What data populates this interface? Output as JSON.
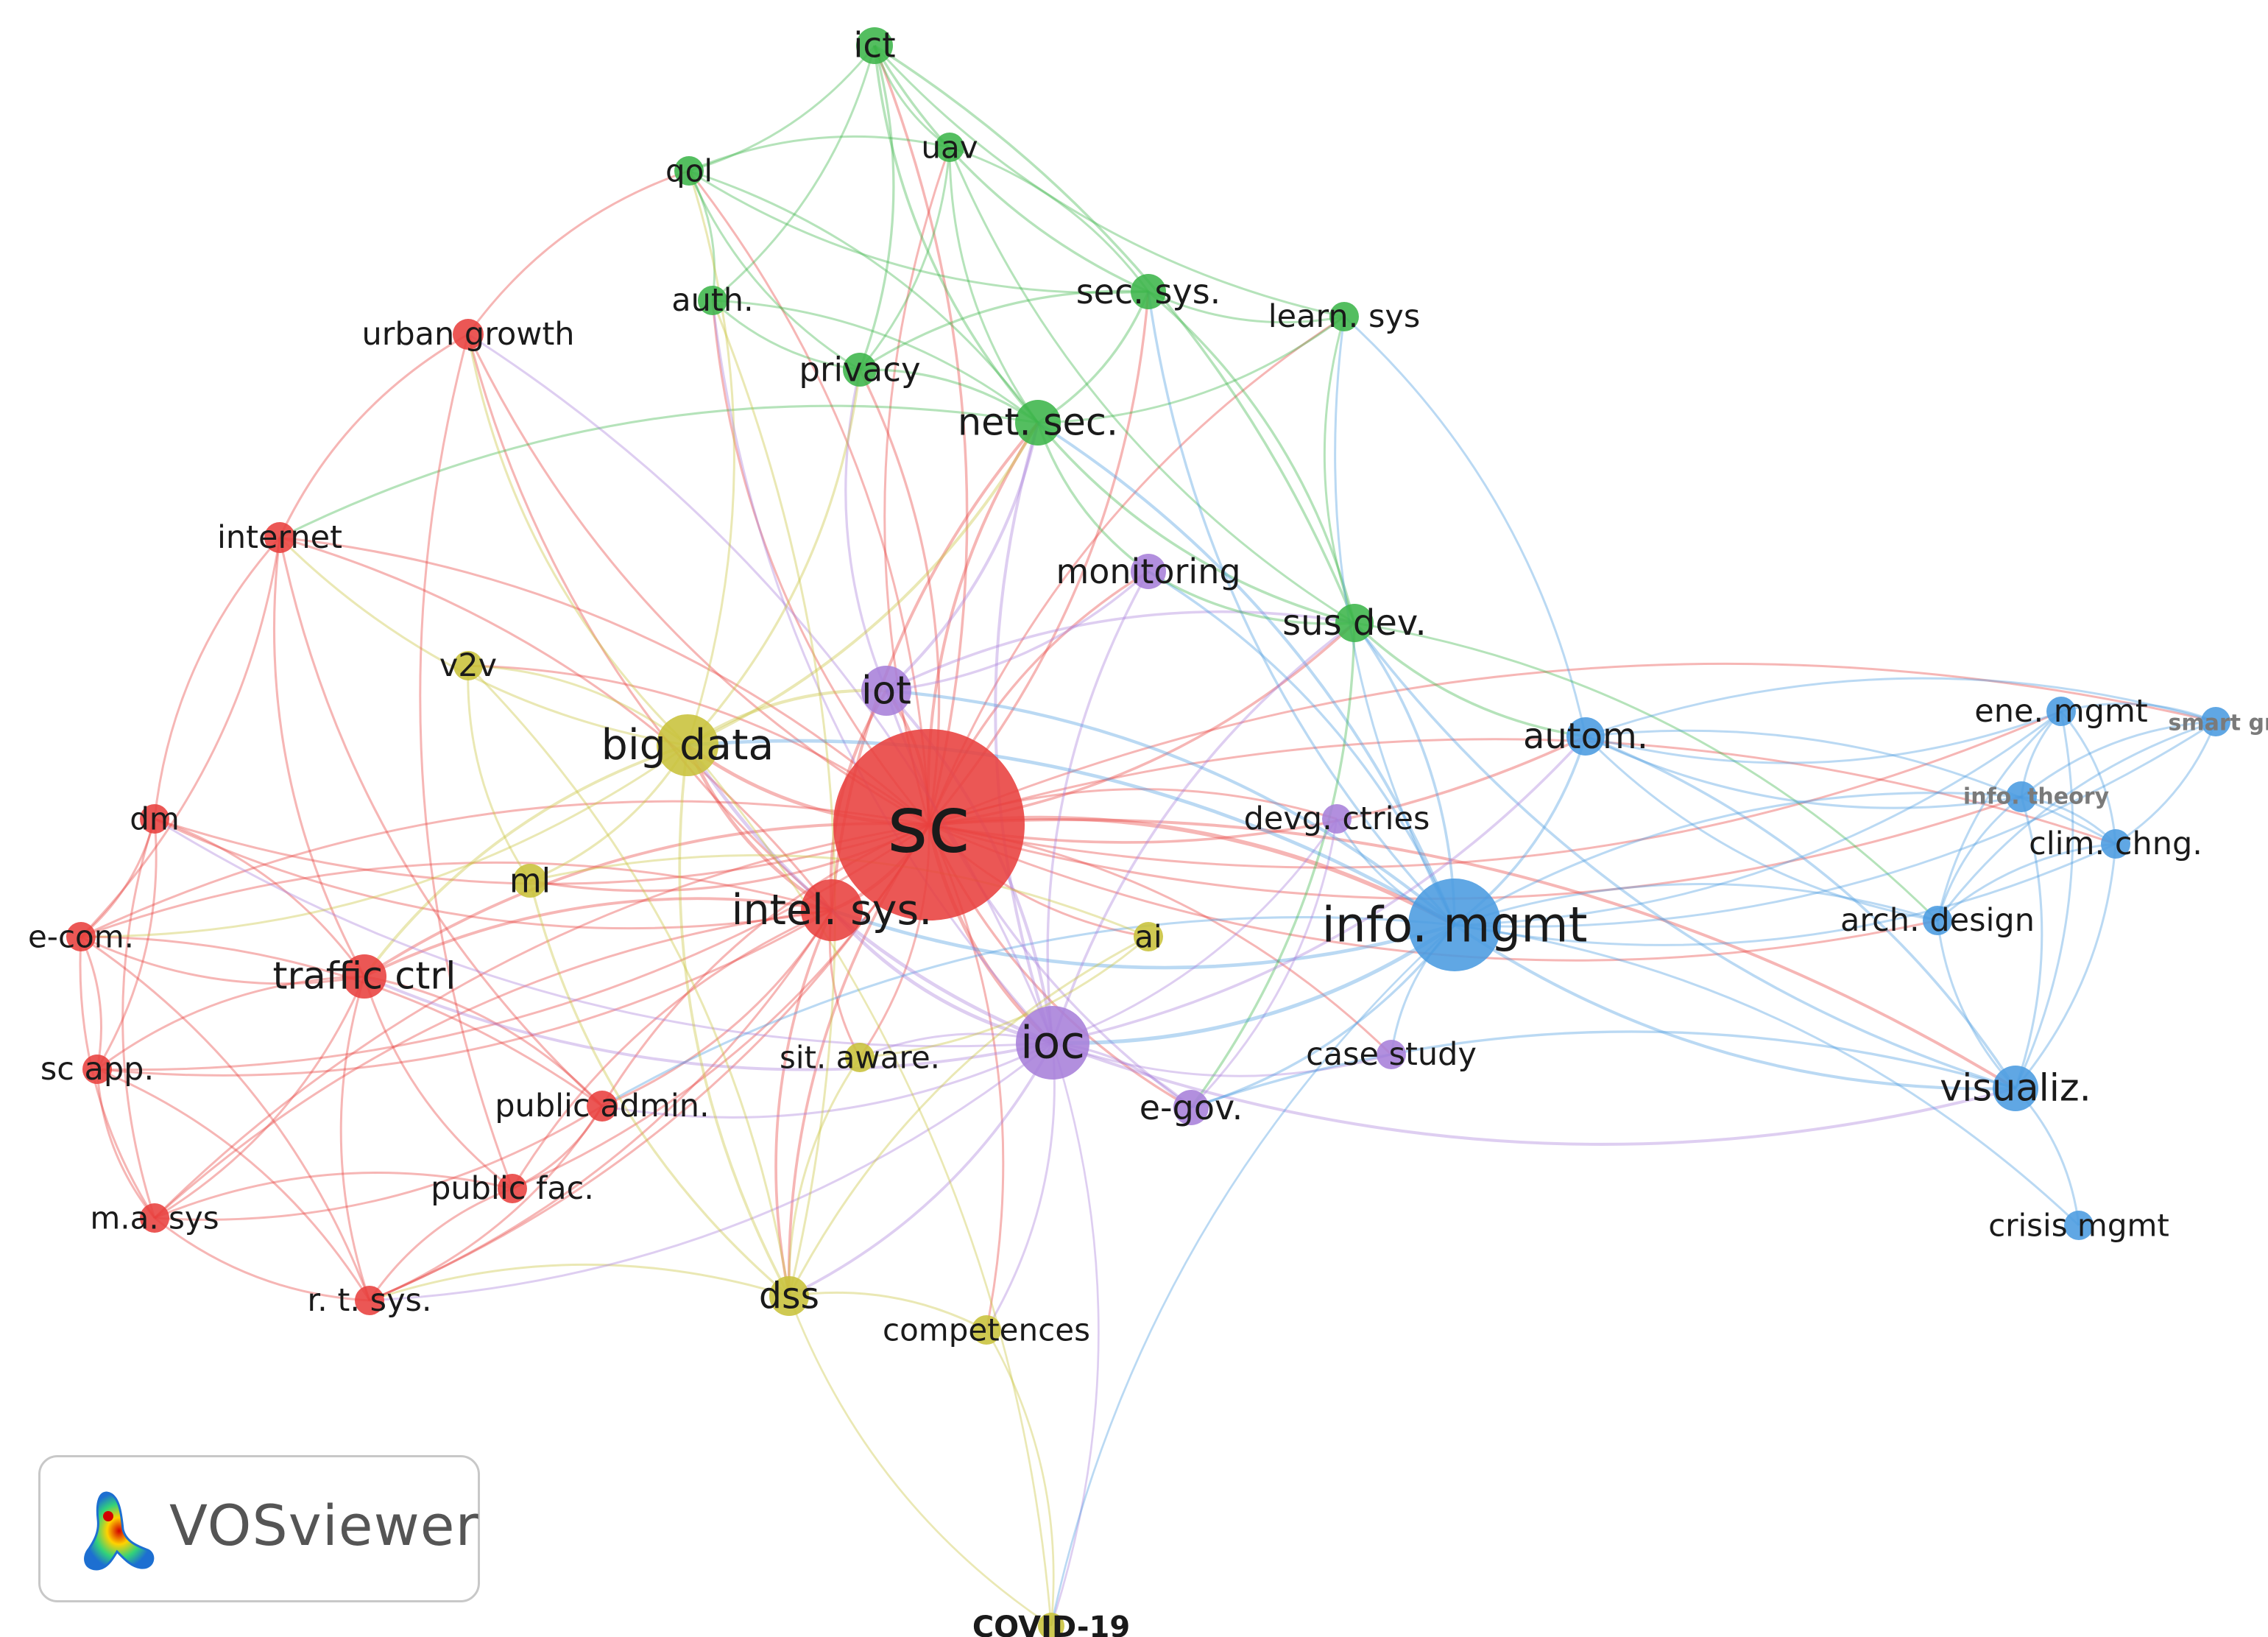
{
  "app": {
    "name": "VOSviewer"
  },
  "clusters": {
    "red": "#e8403d",
    "green": "#3cb54a",
    "blue": "#4a9be0",
    "yellow": "#c8c23a",
    "purple": "#a77fd9"
  },
  "nodes": [
    {
      "id": "sc",
      "label": "sc",
      "c": "red",
      "w": 1.0
    },
    {
      "id": "intel",
      "label": "intel. sys.",
      "c": "red",
      "w": 0.45
    },
    {
      "id": "traffic",
      "label": "traffic ctrl",
      "c": "red",
      "w": 0.32
    },
    {
      "id": "urban",
      "label": "urban growth",
      "c": "red",
      "w": 0.18
    },
    {
      "id": "internet",
      "label": "internet",
      "c": "red",
      "w": 0.18
    },
    {
      "id": "dm",
      "label": "dm",
      "c": "red",
      "w": 0.16
    },
    {
      "id": "ecom",
      "label": "e-com.",
      "c": "red",
      "w": 0.16
    },
    {
      "id": "scapp",
      "label": "sc app.",
      "c": "red",
      "w": 0.17
    },
    {
      "id": "masys",
      "label": "m.a. sys",
      "c": "red",
      "w": 0.16
    },
    {
      "id": "rtsys",
      "label": "r. t. sys.",
      "c": "red",
      "w": 0.17
    },
    {
      "id": "pubadmin",
      "label": "public admin.",
      "c": "red",
      "w": 0.18
    },
    {
      "id": "pubfac",
      "label": "public fac.",
      "c": "red",
      "w": 0.17
    },
    {
      "id": "ict",
      "label": "ict",
      "c": "green",
      "w": 0.25
    },
    {
      "id": "uav",
      "label": "uav",
      "c": "green",
      "w": 0.16
    },
    {
      "id": "qol",
      "label": "qol",
      "c": "green",
      "w": 0.16
    },
    {
      "id": "auth",
      "label": "auth.",
      "c": "green",
      "w": 0.17
    },
    {
      "id": "secsys",
      "label": "sec. sys.",
      "c": "green",
      "w": 0.24
    },
    {
      "id": "learn",
      "label": "learn. sys",
      "c": "green",
      "w": 0.17
    },
    {
      "id": "privacy",
      "label": "privacy",
      "c": "green",
      "w": 0.22
    },
    {
      "id": "netsec",
      "label": "net. sec.",
      "c": "green",
      "w": 0.33
    },
    {
      "id": "susdev",
      "label": "sus dev.",
      "c": "green",
      "w": 0.27
    },
    {
      "id": "monitoring",
      "label": "monitoring",
      "c": "purple",
      "w": 0.24
    },
    {
      "id": "iot",
      "label": "iot",
      "c": "purple",
      "w": 0.36
    },
    {
      "id": "devg",
      "label": "devg. ctries",
      "c": "purple",
      "w": 0.17
    },
    {
      "id": "ioc",
      "label": "ioc",
      "c": "purple",
      "w": 0.52
    },
    {
      "id": "casestudy",
      "label": "case study",
      "c": "purple",
      "w": 0.17
    },
    {
      "id": "egov",
      "label": "e-gov.",
      "c": "purple",
      "w": 0.24
    },
    {
      "id": "bigdata",
      "label": "big data",
      "c": "yellow",
      "w": 0.45
    },
    {
      "id": "v2v",
      "label": "v2v",
      "c": "yellow",
      "w": 0.17
    },
    {
      "id": "ml",
      "label": "ml",
      "c": "yellow",
      "w": 0.22
    },
    {
      "id": "ai",
      "label": "ai",
      "c": "yellow",
      "w": 0.16
    },
    {
      "id": "sitaware",
      "label": "sit. aware.",
      "c": "yellow",
      "w": 0.16
    },
    {
      "id": "dss",
      "label": "dss",
      "c": "yellow",
      "w": 0.28
    },
    {
      "id": "competences",
      "label": "competences",
      "c": "yellow",
      "w": 0.16
    },
    {
      "id": "covid",
      "label": "COVID-19",
      "c": "yellow",
      "w": 0.12
    },
    {
      "id": "autom",
      "label": "autom.",
      "c": "blue",
      "w": 0.26
    },
    {
      "id": "infomgmt",
      "label": "info. mgmt",
      "c": "blue",
      "w": 0.62
    },
    {
      "id": "enemgmt",
      "label": "ene. mgmt",
      "c": "blue",
      "w": 0.17
    },
    {
      "id": "smartgrid",
      "label": "smart grid",
      "c": "blue",
      "w": 0.16
    },
    {
      "id": "infotheory",
      "label": "info. theory",
      "c": "blue",
      "w": 0.18
    },
    {
      "id": "climchng",
      "label": "clim. chng.",
      "c": "blue",
      "w": 0.17
    },
    {
      "id": "archdesign",
      "label": "arch. design",
      "c": "blue",
      "w": 0.17
    },
    {
      "id": "visualiz",
      "label": "visualiz.",
      "c": "blue",
      "w": 0.33
    },
    {
      "id": "crisis",
      "label": "crisis mgmt",
      "c": "blue",
      "w": 0.16
    }
  ],
  "edges": [
    [
      "sc",
      "intel"
    ],
    [
      "sc",
      "traffic"
    ],
    [
      "sc",
      "urban"
    ],
    [
      "sc",
      "internet"
    ],
    [
      "sc",
      "dm"
    ],
    [
      "sc",
      "ecom"
    ],
    [
      "sc",
      "scapp"
    ],
    [
      "sc",
      "masys"
    ],
    [
      "sc",
      "rtsys"
    ],
    [
      "sc",
      "pubadmin"
    ],
    [
      "sc",
      "pubfac"
    ],
    [
      "sc",
      "ict"
    ],
    [
      "sc",
      "uav"
    ],
    [
      "sc",
      "qol"
    ],
    [
      "sc",
      "auth"
    ],
    [
      "sc",
      "secsys"
    ],
    [
      "sc",
      "learn"
    ],
    [
      "sc",
      "privacy"
    ],
    [
      "sc",
      "netsec"
    ],
    [
      "sc",
      "susdev"
    ],
    [
      "sc",
      "monitoring"
    ],
    [
      "sc",
      "iot"
    ],
    [
      "sc",
      "devg"
    ],
    [
      "sc",
      "ioc"
    ],
    [
      "sc",
      "casestudy"
    ],
    [
      "sc",
      "egov"
    ],
    [
      "sc",
      "bigdata"
    ],
    [
      "sc",
      "v2v"
    ],
    [
      "sc",
      "ml"
    ],
    [
      "sc",
      "ai"
    ],
    [
      "sc",
      "sitaware"
    ],
    [
      "sc",
      "dss"
    ],
    [
      "sc",
      "competences"
    ],
    [
      "sc",
      "autom"
    ],
    [
      "sc",
      "infomgmt"
    ],
    [
      "sc",
      "enemgmt"
    ],
    [
      "sc",
      "smartgrid"
    ],
    [
      "sc",
      "infotheory"
    ],
    [
      "sc",
      "climchng"
    ],
    [
      "sc",
      "archdesign"
    ],
    [
      "sc",
      "visualiz"
    ],
    [
      "intel",
      "traffic"
    ],
    [
      "intel",
      "pubadmin"
    ],
    [
      "intel",
      "pubfac"
    ],
    [
      "intel",
      "rtsys"
    ],
    [
      "intel",
      "masys"
    ],
    [
      "intel",
      "scapp"
    ],
    [
      "intel",
      "ecom"
    ],
    [
      "intel",
      "dm"
    ],
    [
      "intel",
      "internet"
    ],
    [
      "intel",
      "urban"
    ],
    [
      "intel",
      "dss"
    ],
    [
      "intel",
      "bigdata"
    ],
    [
      "intel",
      "ioc"
    ],
    [
      "intel",
      "netsec"
    ],
    [
      "intel",
      "infomgmt"
    ],
    [
      "intel",
      "iot"
    ],
    [
      "intel",
      "sitaware"
    ],
    [
      "traffic",
      "internet"
    ],
    [
      "traffic",
      "dm"
    ],
    [
      "traffic",
      "ecom"
    ],
    [
      "traffic",
      "scapp"
    ],
    [
      "traffic",
      "masys"
    ],
    [
      "traffic",
      "rtsys"
    ],
    [
      "traffic",
      "pubadmin"
    ],
    [
      "traffic",
      "pubfac"
    ],
    [
      "traffic",
      "bigdata"
    ],
    [
      "traffic",
      "ioc"
    ],
    [
      "internet",
      "urban"
    ],
    [
      "internet",
      "dm"
    ],
    [
      "internet",
      "ecom"
    ],
    [
      "internet",
      "bigdata"
    ],
    [
      "internet",
      "netsec"
    ],
    [
      "internet",
      "pubadmin"
    ],
    [
      "urban",
      "qol"
    ],
    [
      "urban",
      "bigdata"
    ],
    [
      "urban",
      "ioc"
    ],
    [
      "urban",
      "pubfac"
    ],
    [
      "dm",
      "ecom"
    ],
    [
      "dm",
      "masys"
    ],
    [
      "dm",
      "scapp"
    ],
    [
      "dm",
      "ioc"
    ],
    [
      "ecom",
      "scapp"
    ],
    [
      "ecom",
      "masys"
    ],
    [
      "ecom",
      "rtsys"
    ],
    [
      "ecom",
      "bigdata"
    ],
    [
      "ecom",
      "pubadmin"
    ],
    [
      "scapp",
      "masys"
    ],
    [
      "scapp",
      "rtsys"
    ],
    [
      "masys",
      "rtsys"
    ],
    [
      "masys",
      "pubfac"
    ],
    [
      "masys",
      "pubadmin"
    ],
    [
      "rtsys",
      "dss"
    ],
    [
      "rtsys",
      "pubadmin"
    ],
    [
      "rtsys",
      "pubfac"
    ],
    [
      "rtsys",
      "ioc"
    ],
    [
      "pubadmin",
      "pubfac"
    ],
    [
      "pubadmin",
      "ioc"
    ],
    [
      "pubadmin",
      "infomgmt"
    ],
    [
      "ict",
      "uav"
    ],
    [
      "ict",
      "qol"
    ],
    [
      "ict",
      "secsys"
    ],
    [
      "ict",
      "privacy"
    ],
    [
      "ict",
      "netsec"
    ],
    [
      "ict",
      "susdev"
    ],
    [
      "ict",
      "learn"
    ],
    [
      "ict",
      "auth"
    ],
    [
      "uav",
      "qol"
    ],
    [
      "uav",
      "secsys"
    ],
    [
      "uav",
      "netsec"
    ],
    [
      "uav",
      "privacy"
    ],
    [
      "uav",
      "susdev"
    ],
    [
      "qol",
      "auth"
    ],
    [
      "qol",
      "privacy"
    ],
    [
      "qol",
      "netsec"
    ],
    [
      "qol",
      "secsys"
    ],
    [
      "qol",
      "bigdata"
    ],
    [
      "auth",
      "privacy"
    ],
    [
      "auth",
      "netsec"
    ],
    [
      "auth",
      "ioc"
    ],
    [
      "auth",
      "dss"
    ],
    [
      "secsys",
      "learn"
    ],
    [
      "secsys",
      "netsec"
    ],
    [
      "secsys",
      "privacy"
    ],
    [
      "secsys",
      "susdev"
    ],
    [
      "secsys",
      "infomgmt"
    ],
    [
      "learn",
      "netsec"
    ],
    [
      "learn",
      "susdev"
    ],
    [
      "learn",
      "autom"
    ],
    [
      "learn",
      "infomgmt"
    ],
    [
      "privacy",
      "netsec"
    ],
    [
      "privacy",
      "iot"
    ],
    [
      "privacy",
      "bigdata"
    ],
    [
      "netsec",
      "susdev"
    ],
    [
      "netsec",
      "iot"
    ],
    [
      "netsec",
      "ioc"
    ],
    [
      "netsec",
      "bigdata"
    ],
    [
      "netsec",
      "monitoring"
    ],
    [
      "netsec",
      "infomgmt"
    ],
    [
      "susdev",
      "autom"
    ],
    [
      "susdev",
      "infomgmt"
    ],
    [
      "susdev",
      "ioc"
    ],
    [
      "susdev",
      "egov"
    ],
    [
      "susdev",
      "visualiz"
    ],
    [
      "susdev",
      "archdesign"
    ],
    [
      "susdev",
      "iot"
    ],
    [
      "monitoring",
      "iot"
    ],
    [
      "monitoring",
      "ioc"
    ],
    [
      "monitoring",
      "infomgmt"
    ],
    [
      "monitoring",
      "susdev"
    ],
    [
      "iot",
      "ioc"
    ],
    [
      "iot",
      "bigdata"
    ],
    [
      "iot",
      "infomgmt"
    ],
    [
      "iot",
      "egov"
    ],
    [
      "devg",
      "ioc"
    ],
    [
      "devg",
      "infomgmt"
    ],
    [
      "devg",
      "egov"
    ],
    [
      "ioc",
      "infomgmt"
    ],
    [
      "ioc",
      "egov"
    ],
    [
      "ioc",
      "casestudy"
    ],
    [
      "ioc",
      "dss"
    ],
    [
      "ioc",
      "sitaware"
    ],
    [
      "ioc",
      "covid"
    ],
    [
      "ioc",
      "visualiz"
    ],
    [
      "ioc",
      "bigdata"
    ],
    [
      "ioc",
      "autom"
    ],
    [
      "casestudy",
      "infomgmt"
    ],
    [
      "egov",
      "infomgmt"
    ],
    [
      "egov",
      "visualiz"
    ],
    [
      "bigdata",
      "v2v"
    ],
    [
      "bigdata",
      "ml"
    ],
    [
      "bigdata",
      "dss"
    ],
    [
      "bigdata",
      "infomgmt"
    ],
    [
      "v2v",
      "ml"
    ],
    [
      "v2v",
      "dss"
    ],
    [
      "ml",
      "dss"
    ],
    [
      "ml",
      "ai"
    ],
    [
      "ai",
      "dss"
    ],
    [
      "ai",
      "sitaware"
    ],
    [
      "sitaware",
      "dss"
    ],
    [
      "dss",
      "competences"
    ],
    [
      "dss",
      "covid"
    ],
    [
      "competences",
      "covid"
    ],
    [
      "competences",
      "ioc"
    ],
    [
      "covid",
      "infomgmt"
    ],
    [
      "covid",
      "bigdata"
    ],
    [
      "autom",
      "infomgmt"
    ],
    [
      "autom",
      "enemgmt"
    ],
    [
      "autom",
      "smartgrid"
    ],
    [
      "autom",
      "infotheory"
    ],
    [
      "autom",
      "climchng"
    ],
    [
      "autom",
      "archdesign"
    ],
    [
      "autom",
      "visualiz"
    ],
    [
      "infomgmt",
      "enemgmt"
    ],
    [
      "infomgmt",
      "infotheory"
    ],
    [
      "infomgmt",
      "climchng"
    ],
    [
      "infomgmt",
      "archdesign"
    ],
    [
      "infomgmt",
      "visualiz"
    ],
    [
      "infomgmt",
      "crisis"
    ],
    [
      "infomgmt",
      "smartgrid"
    ],
    [
      "enemgmt",
      "smartgrid"
    ],
    [
      "enemgmt",
      "infotheory"
    ],
    [
      "enemgmt",
      "climchng"
    ],
    [
      "enemgmt",
      "archdesign"
    ],
    [
      "enemgmt",
      "visualiz"
    ],
    [
      "smartgrid",
      "infotheory"
    ],
    [
      "smartgrid",
      "climchng"
    ],
    [
      "smartgrid",
      "archdesign"
    ],
    [
      "infotheory",
      "climchng"
    ],
    [
      "infotheory",
      "archdesign"
    ],
    [
      "infotheory",
      "visualiz"
    ],
    [
      "climchng",
      "archdesign"
    ],
    [
      "climchng",
      "visualiz"
    ],
    [
      "archdesign",
      "visualiz"
    ],
    [
      "visualiz",
      "crisis"
    ]
  ]
}
